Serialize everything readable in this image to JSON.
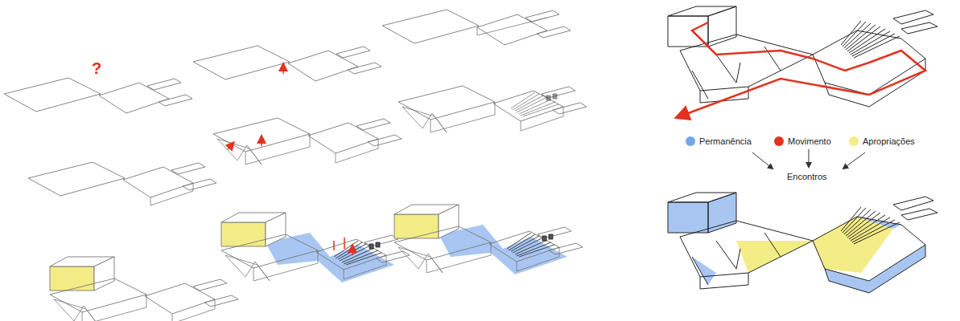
{
  "diagram": {
    "labels": [
      "?",
      "Encontros"
    ],
    "legend": [
      {
        "text": "Permanência",
        "color": "#6fa6e6"
      },
      {
        "text": "Movimento",
        "color": "#e2321e"
      },
      {
        "text": "Apropriações",
        "color": "#f4ec86"
      }
    ]
  }
}
